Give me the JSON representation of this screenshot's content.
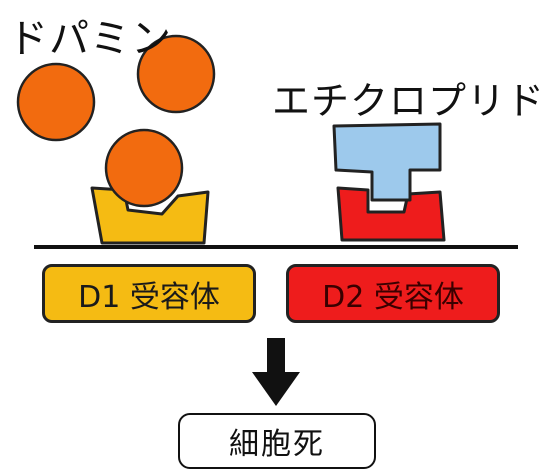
{
  "labels": {
    "dopamine": "ドパミン",
    "ethiclopride": "エチクロプリド",
    "d1_receptor": "D1 受容体",
    "d2_receptor": "D2 受容体",
    "cell_death": "細胞死"
  },
  "colors": {
    "dopamine_molecule": "#f26b0f",
    "d1_receptor": "#f5bb13",
    "d2_receptor": "#ee1c1c",
    "ethiclopride_molecule": "#9dc9ec",
    "outline": "#222222"
  }
}
